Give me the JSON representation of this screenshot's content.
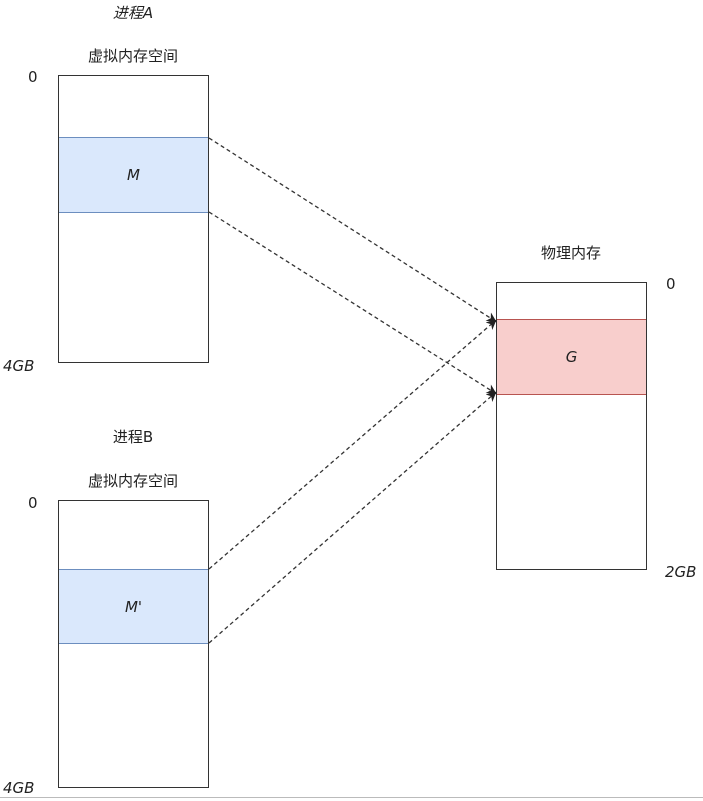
{
  "process_a": {
    "title": "进程A",
    "space_label": "虚拟内存空间",
    "start_label": "0",
    "end_label": "4GB",
    "region_label": "M"
  },
  "process_b": {
    "title": "进程B",
    "space_label": "虚拟内存空间",
    "start_label": "0",
    "end_label": "4GB",
    "region_label": "M'"
  },
  "physical": {
    "title": "物理内存",
    "start_label": "0",
    "end_label": "2GB",
    "region_label": "G"
  },
  "colors": {
    "virtual_region_fill": "#dae8fc",
    "virtual_region_border": "#6c8ebf",
    "physical_region_fill": "#f8cecc",
    "physical_region_border": "#b85450",
    "line": "#333333"
  }
}
